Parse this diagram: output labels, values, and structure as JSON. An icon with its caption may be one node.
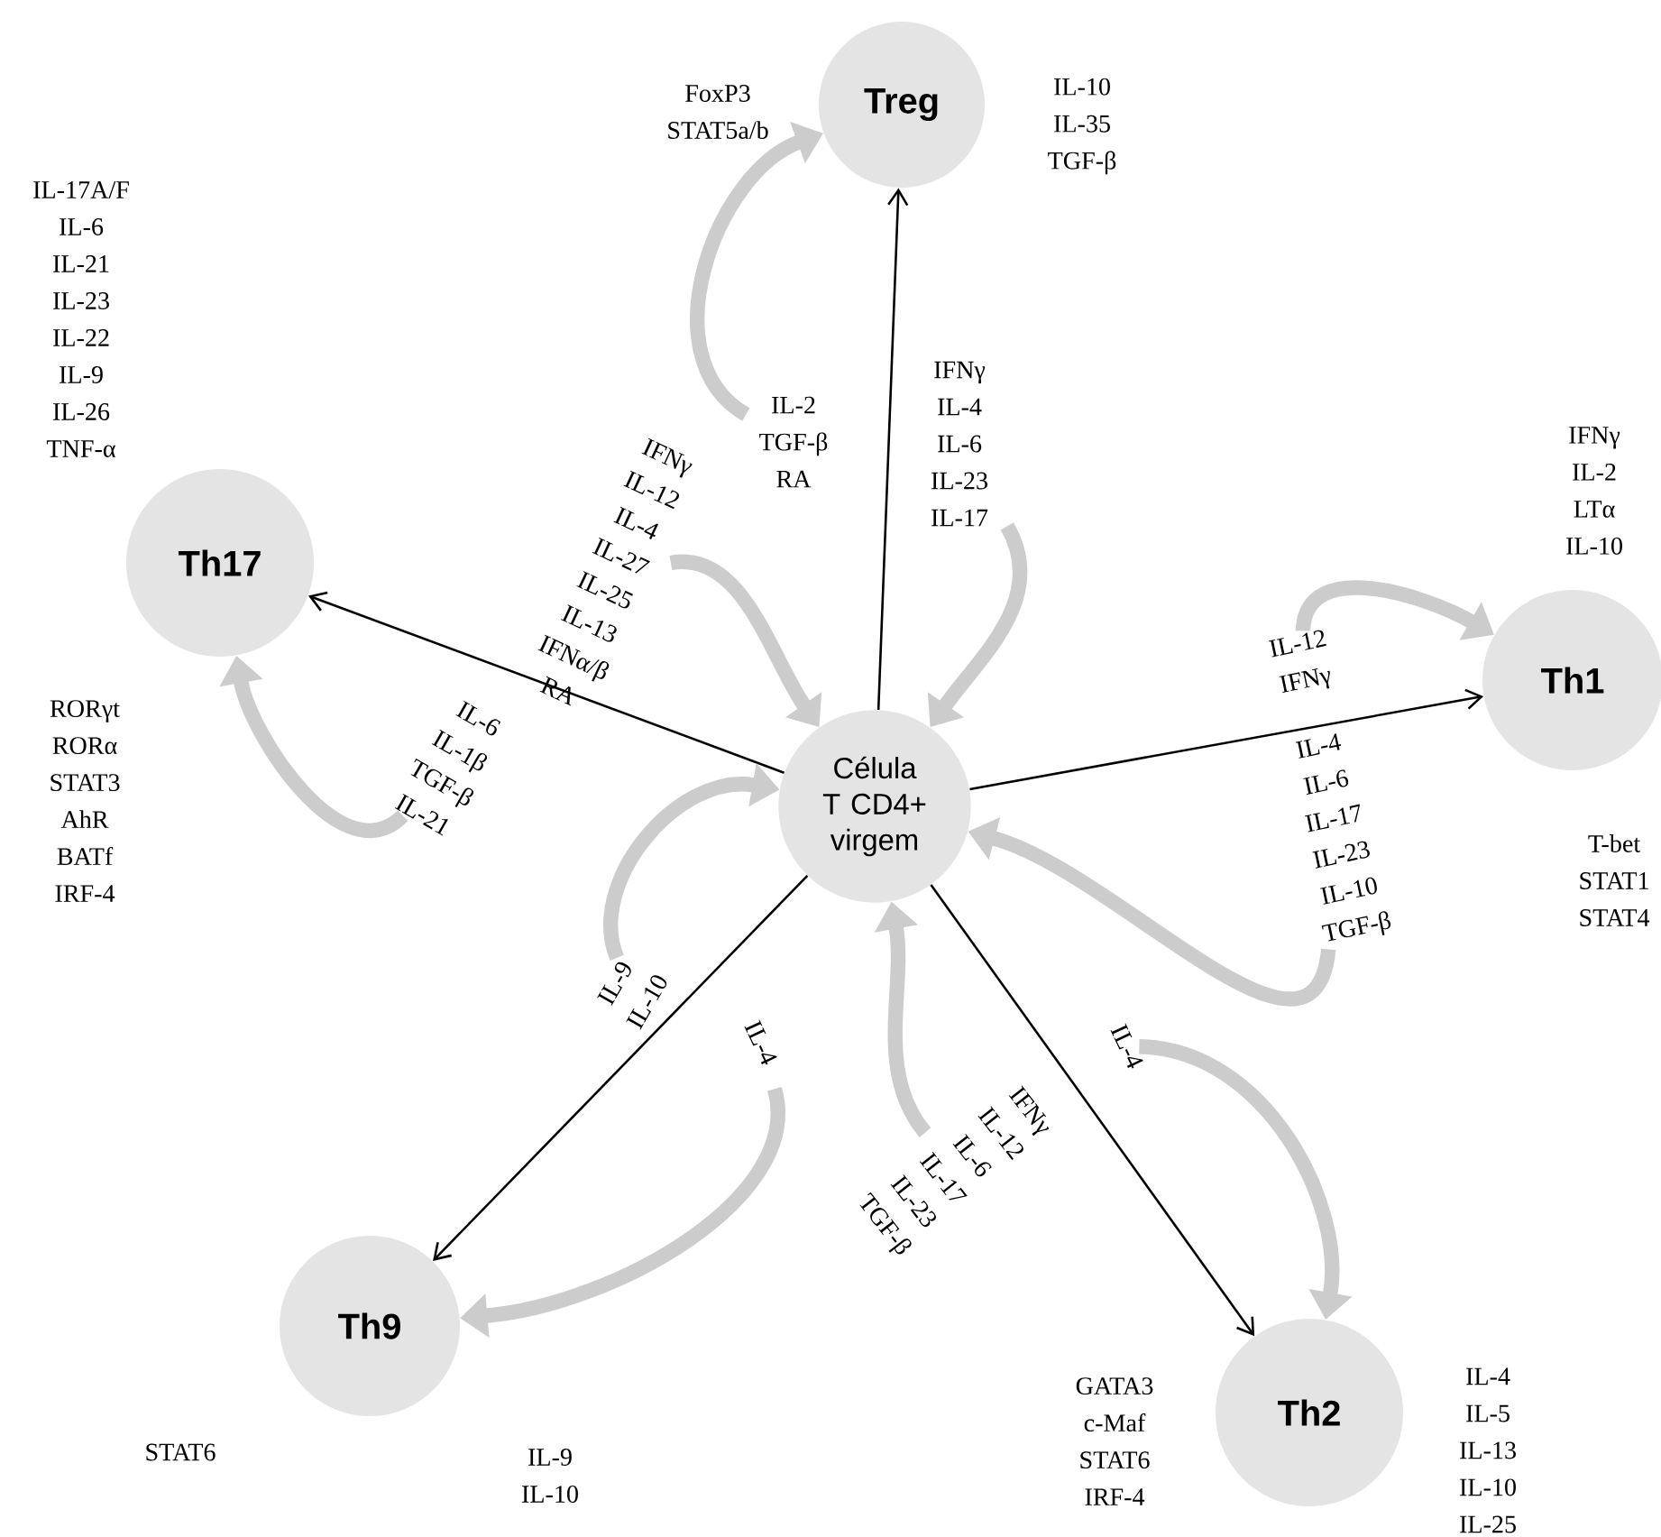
{
  "diagram": {
    "nodes": [
      {
        "text": [
          "Célula T CD4+ virgem"
        ]
      },
      {
        "text": [
          "Treg"
        ],
        "beside": [
          "FoxP3 STAT5a/b",
          "IL-10 IL-35 TGF-β"
        ]
      },
      {
        "text": [
          "Th1"
        ],
        "beside": [
          "IFNγ IL-2 LTα IL-10",
          "T-bet STAT1 STAT4"
        ]
      },
      {
        "text": [
          "Th2"
        ],
        "beside": [
          "GATA3 c-Maf STAT6 IRF-4",
          "IL-4 IL-5 IL-13 IL-10 IL-25"
        ]
      },
      {
        "text": [
          "Th9"
        ],
        "beside": [
          "STAT6",
          "IL-9 IL-10"
        ]
      },
      {
        "text": [
          "Th17"
        ],
        "beside": [
          "IL-17A/F IL-6 IL-21 IL-23 IL-22 IL-9 IL-26 TNF-α",
          "RORγt RORα STAT3 AhR BATf IRF-4"
        ]
      },
      {
        "text": [
          "IL-2 TGF-β RA"
        ]
      },
      {
        "text": [
          "IFNγ IL-4 IL-6 IL-23 IL-17"
        ]
      },
      {
        "text": [
          "IFNγ IL-12 IL-4 IL-27 IL-25 IL-13 IFNα/β RA"
        ]
      },
      {
        "text": [
          "IL-12 IFNγ"
        ]
      },
      {
        "text": [
          "IL-4 IL-6 IL-17 IL-23 IL-10 TGF-β"
        ]
      },
      {
        "text": [
          "IL-6 IL-1β TGF-β IL-21"
        ]
      },
      {
        "text": [
          "IL-4"
        ]
      },
      {
        "text": [
          "IFNγ IL-12 IL-6 IL-17 IL-23 TGF-β"
        ]
      },
      {
        "text": [
          "IL-4"
        ]
      },
      {
        "text": [
          "IL-9 IL-10"
        ]
      }
    ],
    "edges": [
      {
        "from": 0,
        "to": 1,
        "arrow": "to",
        "color": "#000000"
      },
      {
        "from": 0,
        "to": 2,
        "arrow": "to",
        "color": "#000000"
      },
      {
        "from": 0,
        "to": 3,
        "arrow": "to",
        "color": "#000000"
      },
      {
        "from": 0,
        "to": 4,
        "arrow": "to",
        "color": "#000000"
      },
      {
        "from": 0,
        "to": 5,
        "arrow": "to",
        "color": "#000000"
      },
      {
        "from": 6,
        "to": 1,
        "arrow": "to"
      },
      {
        "from": 7,
        "to": 0,
        "arrow": "to"
      },
      {
        "from": 8,
        "to": 0,
        "arrow": "to"
      },
      {
        "from": 9,
        "to": 2,
        "arrow": "to"
      },
      {
        "from": 10,
        "to": 0,
        "arrow": "to"
      },
      {
        "from": 11,
        "to": 5,
        "arrow": "to"
      },
      {
        "from": 12,
        "to": 3,
        "arrow": "to"
      },
      {
        "from": 13,
        "to": 0,
        "arrow": "to"
      },
      {
        "from": 14,
        "to": 4,
        "arrow": "to"
      },
      {
        "from": 15,
        "to": 0,
        "arrow": "to"
      }
    ]
  }
}
